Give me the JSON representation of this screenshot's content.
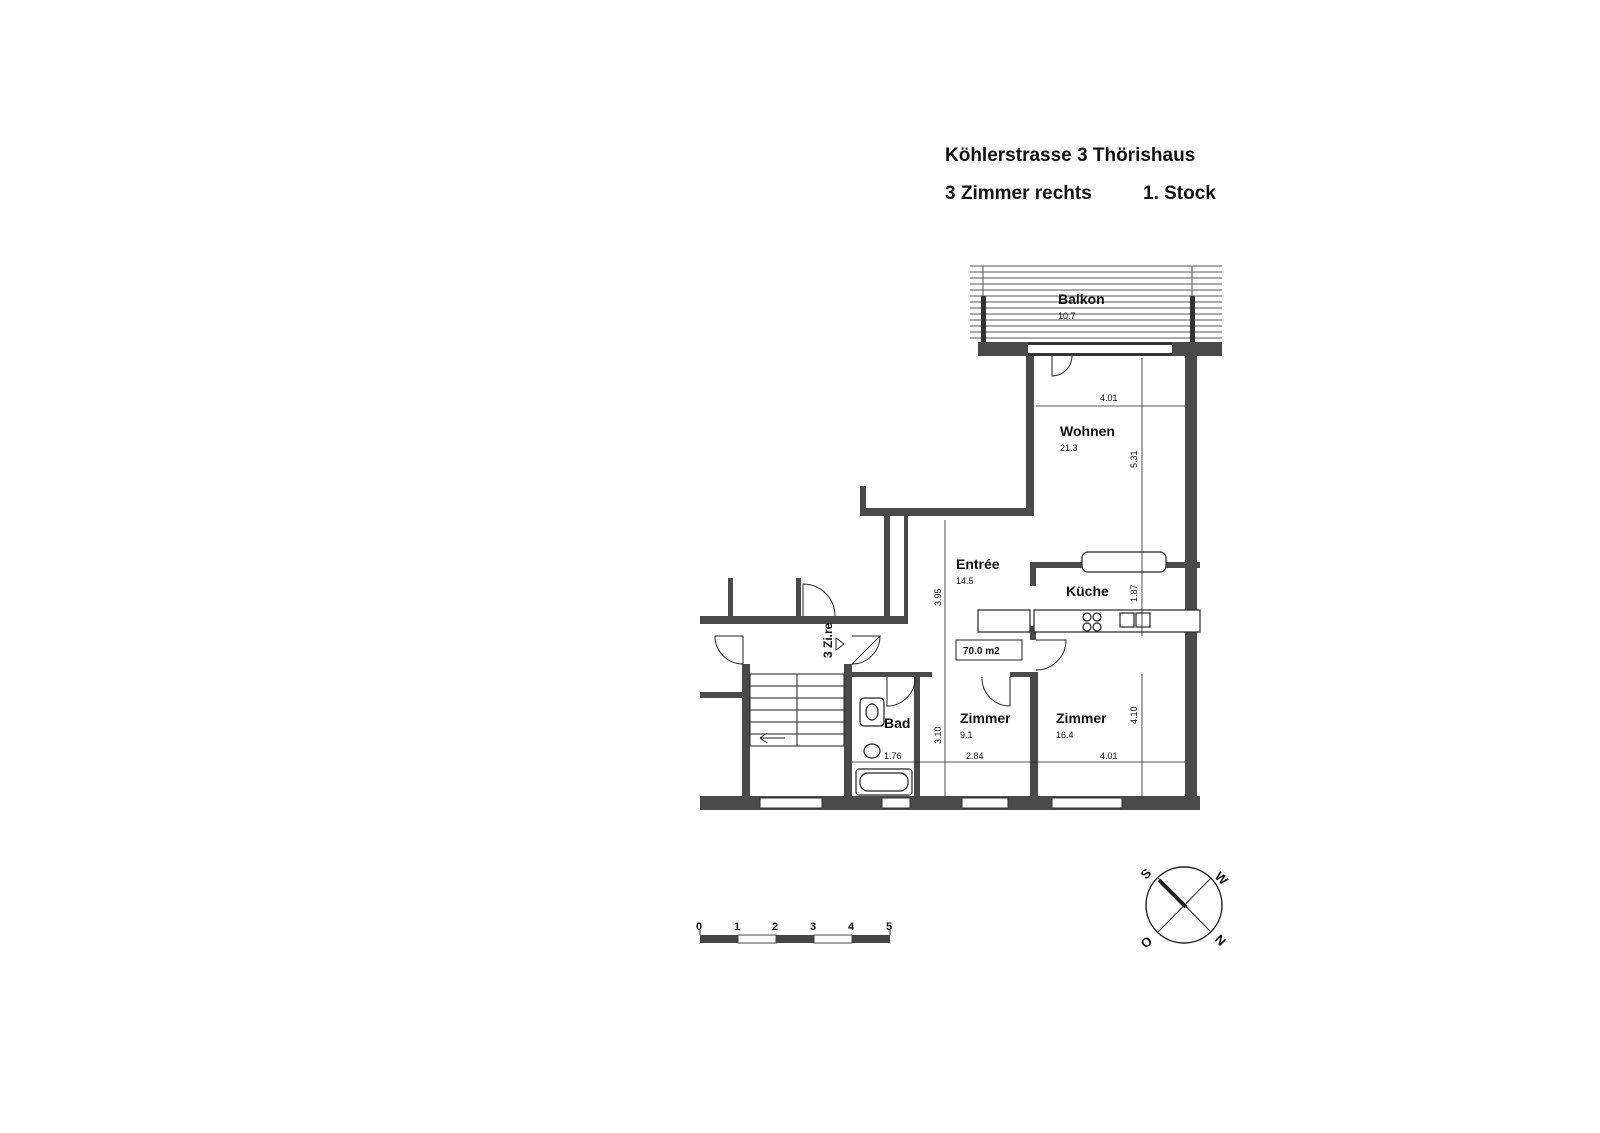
{
  "header": {
    "address": "Köhlerstrasse 3 Thörishaus",
    "unit": "3 Zimmer rechts",
    "floor": "1. Stock"
  },
  "rooms": {
    "balkon": {
      "name": "Balkon",
      "area": "10.7"
    },
    "wohnen": {
      "name": "Wohnen",
      "area": "21.3"
    },
    "entree": {
      "name": "Entrée",
      "area": "14.5"
    },
    "kueche": {
      "name": "Küche"
    },
    "bad": {
      "name": "Bad"
    },
    "zimmer1": {
      "name": "Zimmer",
      "area": "9.1"
    },
    "zimmer2": {
      "name": "Zimmer",
      "area": "16.4"
    }
  },
  "dimensions": {
    "wohnen_width": "4.01",
    "wohnen_depth": "5.31",
    "entree_depth": "3.95",
    "kueche_depth": "1.87",
    "zimmer_depth_left": "3.10",
    "zimmer_depth_right": "4.10",
    "bad_width": "1.76",
    "zimmer1_width": "2.84",
    "zimmer2_width": "4.01"
  },
  "total_area": "70.0 m2",
  "entrance_label": "3 Zi.re",
  "scale_bar": {
    "ticks": [
      "0",
      "1",
      "2",
      "3",
      "4",
      "5"
    ]
  },
  "compass": {
    "s": "S",
    "w": "W",
    "o": "O",
    "n": "N"
  },
  "colors": {
    "wall": "#4a4a4a",
    "line": "#111111"
  }
}
